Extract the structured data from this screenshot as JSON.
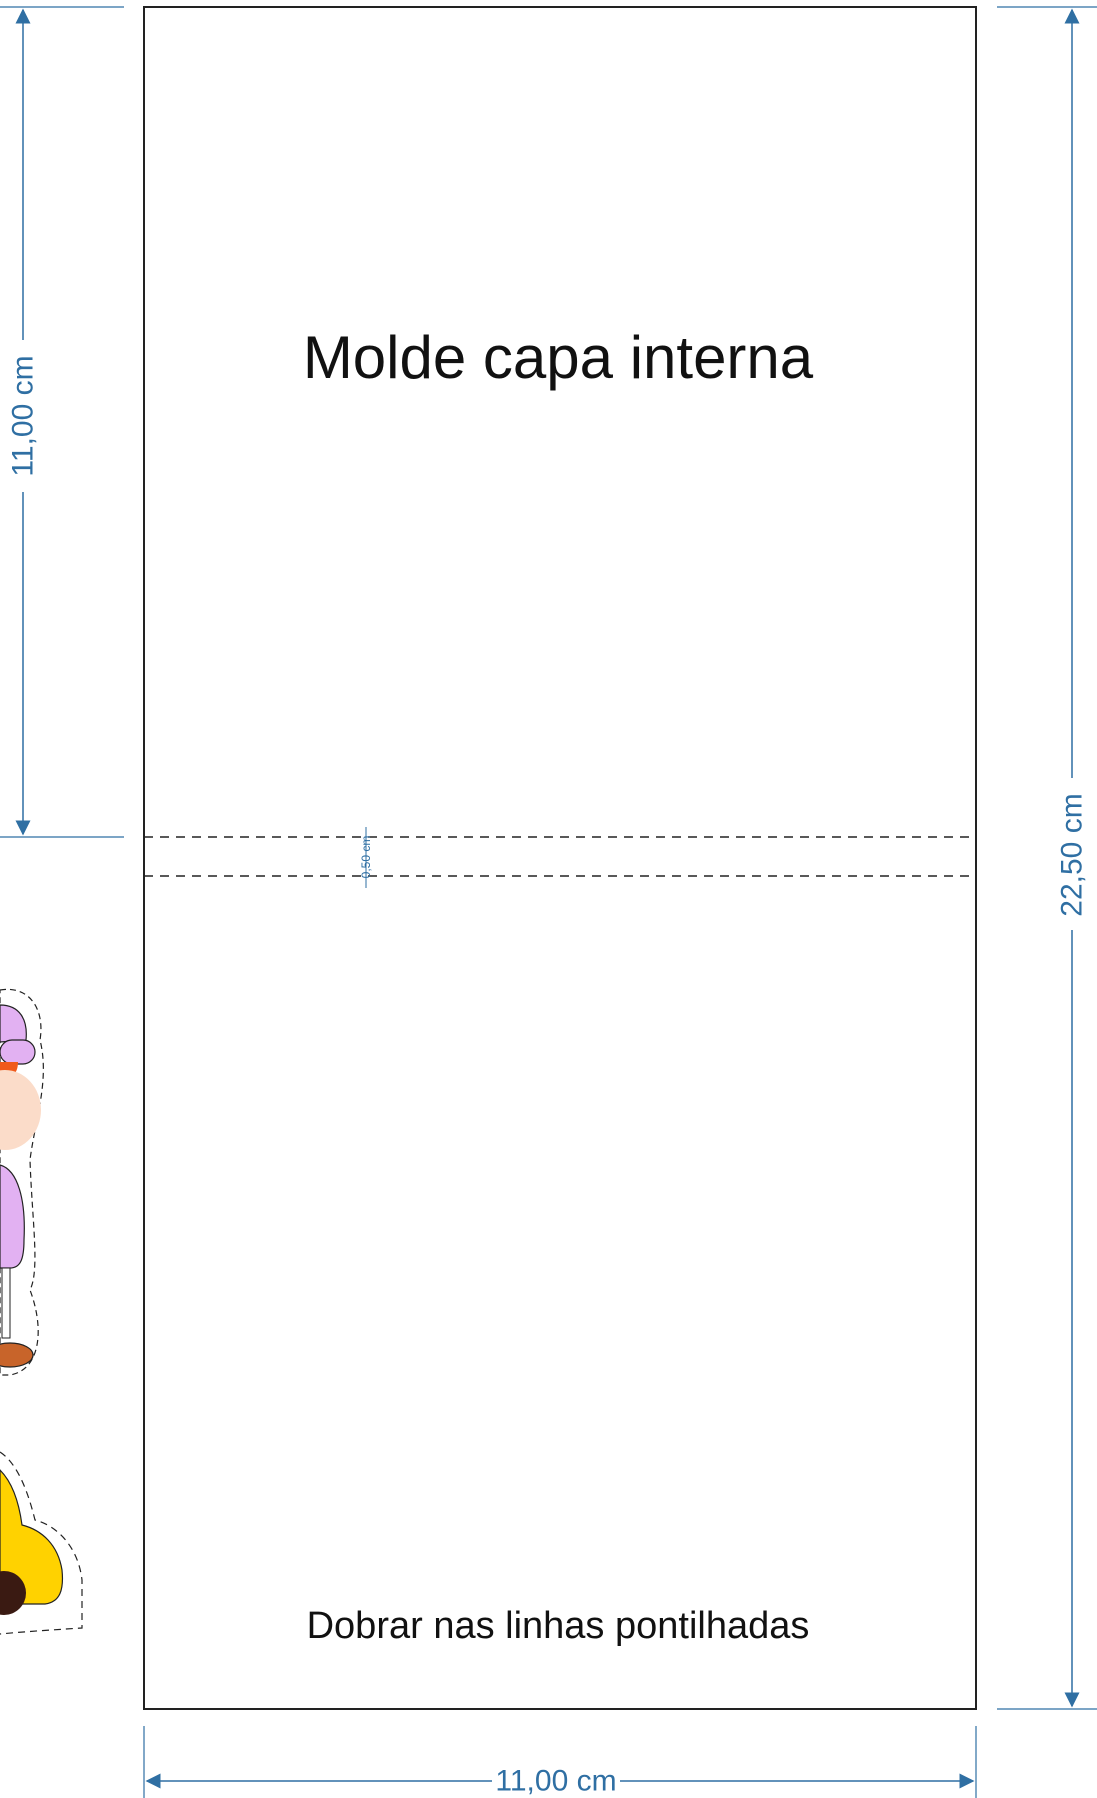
{
  "template": {
    "title": "Molde capa interna",
    "instruction": "Dobrar nas linhas pontilhadas"
  },
  "dimensions": {
    "top_half_height": "11,00 cm",
    "total_height": "22,50 cm",
    "width": "11,00 cm",
    "fold_gap": "0,50 cm"
  },
  "colors": {
    "dimension_line": "#2f6fa3",
    "fold_line": "#222222",
    "outline": "#222222",
    "sticker_purple": "#e2b1f2",
    "sticker_orange": "#f05a1a",
    "sticker_skin": "#fbdcc9",
    "sticker_brown": "#c8642a",
    "sticker_yellow": "#ffd200",
    "sticker_wheel": "#3a1a12"
  },
  "decorations": {
    "left_sticker_top": "cartoon-kid-with-purple-cap",
    "left_sticker_bottom": "yellow-car"
  }
}
